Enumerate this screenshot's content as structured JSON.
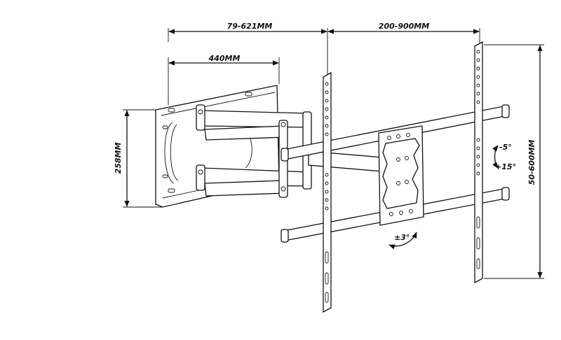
{
  "dimensions": {
    "extension": "79-621MM",
    "wall_plate_width": "440MM",
    "horizontal_mounting": "200-900MM",
    "wall_plate_height": "258MM",
    "vertical_mounting": "50-600MM"
  },
  "angles": {
    "tilt_up": "-5°",
    "tilt_down": "+15°",
    "rotation": "±3°"
  }
}
